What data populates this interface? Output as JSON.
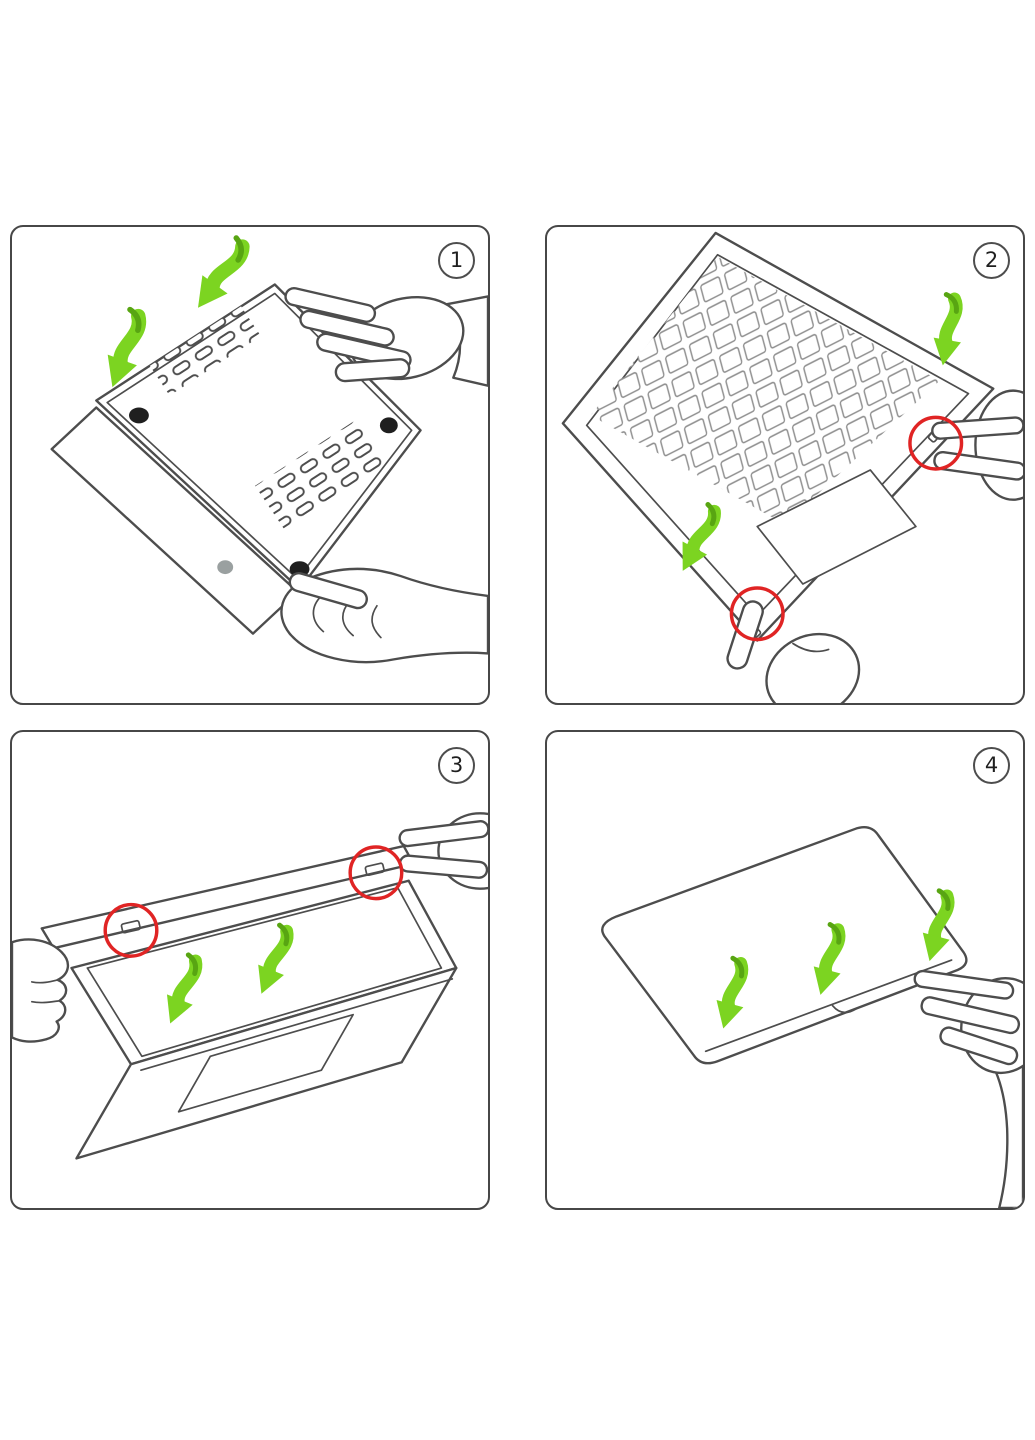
{
  "colors": {
    "paper": "#ffffff",
    "line": "#4d4d4d",
    "panel_border": "#474747",
    "green": "#7cd421",
    "green_dark": "#58a512",
    "red": "#e02424",
    "key_line": "#8f8f8f",
    "logo_gray": "#9aa0a0",
    "ink": "#1f1f1f"
  },
  "panels": [
    {
      "step": "1",
      "illustration": "attach-bottom-case-icon"
    },
    {
      "step": "2",
      "illustration": "snap-edge-clips-icon"
    },
    {
      "step": "3",
      "illustration": "align-top-cover-icon"
    },
    {
      "step": "4",
      "illustration": "press-lid-closed-icon"
    }
  ]
}
